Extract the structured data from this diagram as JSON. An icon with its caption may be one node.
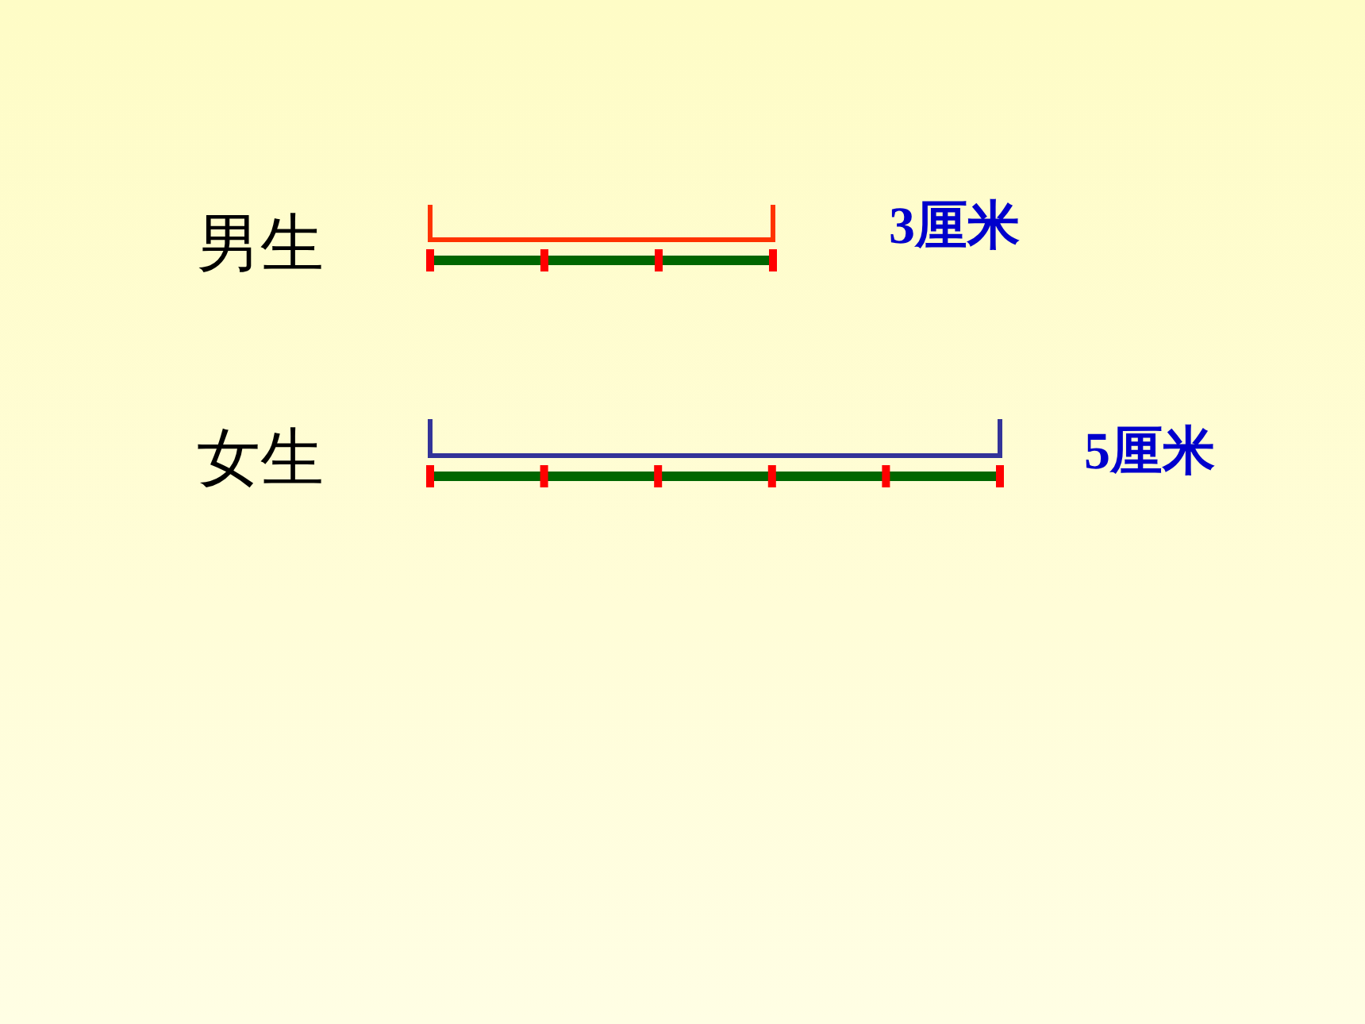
{
  "diagram": {
    "labels": [
      "男生",
      "3厘米",
      "女生",
      "5厘米"
    ]
  }
}
